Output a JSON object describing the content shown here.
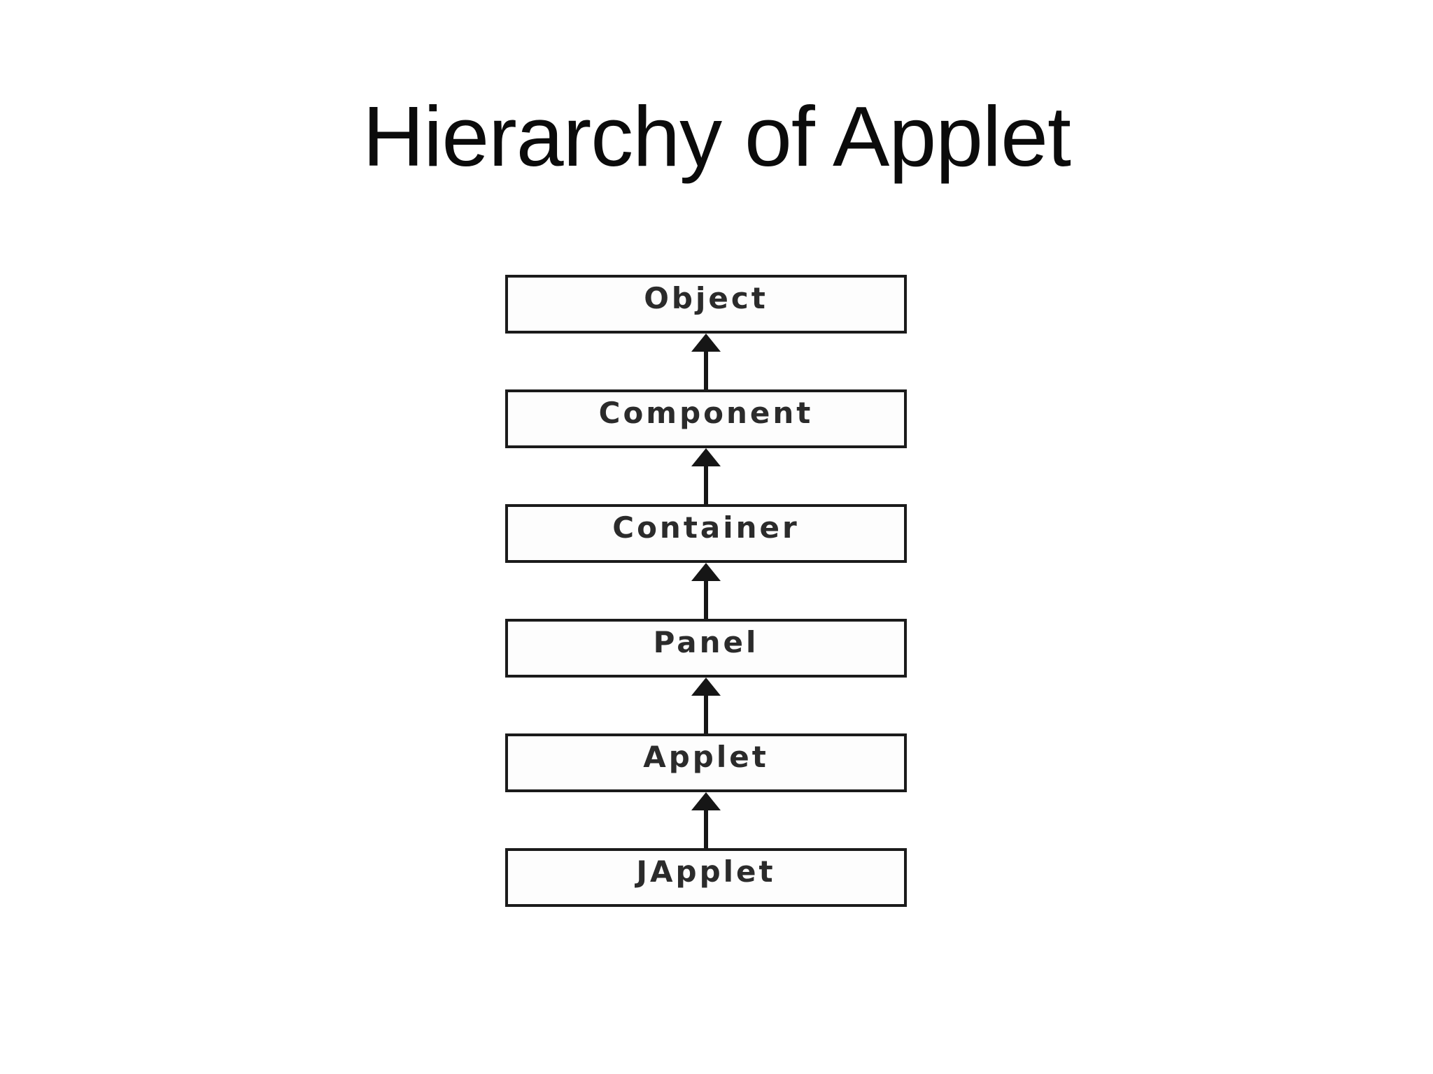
{
  "slide": {
    "title": "Hierarchy of Applet"
  },
  "diagram": {
    "type": "class-inheritance-hierarchy",
    "arrow_direction": "up",
    "nodes": [
      {
        "id": "object",
        "label": "Object"
      },
      {
        "id": "component",
        "label": "Component"
      },
      {
        "id": "container",
        "label": "Container"
      },
      {
        "id": "panel",
        "label": "Panel"
      },
      {
        "id": "applet",
        "label": "Applet"
      },
      {
        "id": "japplet",
        "label": "JApplet"
      }
    ],
    "edges": [
      {
        "from": "Component",
        "to": "Object"
      },
      {
        "from": "Container",
        "to": "Component"
      },
      {
        "from": "Panel",
        "to": "Container"
      },
      {
        "from": "Applet",
        "to": "Panel"
      },
      {
        "from": "JApplet",
        "to": "Applet"
      }
    ],
    "colors": {
      "background": "#ffffff",
      "box_fill": "#fdfdfd",
      "box_border": "#1b1b1b",
      "label_text": "#2b2b2b",
      "arrow": "#161616",
      "title_text": "#0b0b0b"
    }
  }
}
